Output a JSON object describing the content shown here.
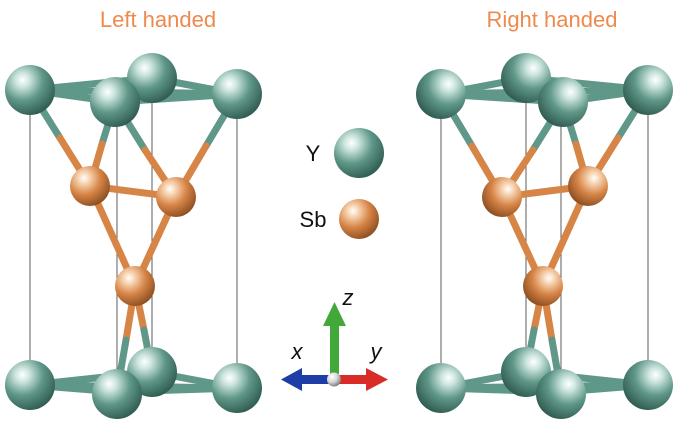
{
  "panels": {
    "left": {
      "title": "Left handed"
    },
    "right": {
      "title": "Right handed"
    }
  },
  "legend": {
    "y": {
      "label": "Y",
      "color": "#5f9789"
    },
    "sb": {
      "label": "Sb",
      "color": "#d78547"
    }
  },
  "axes": {
    "x": {
      "label": "x",
      "color": "#1f3da6"
    },
    "y": {
      "label": "y",
      "color": "#d92b27"
    },
    "z": {
      "label": "z",
      "color": "#43a83a"
    }
  }
}
